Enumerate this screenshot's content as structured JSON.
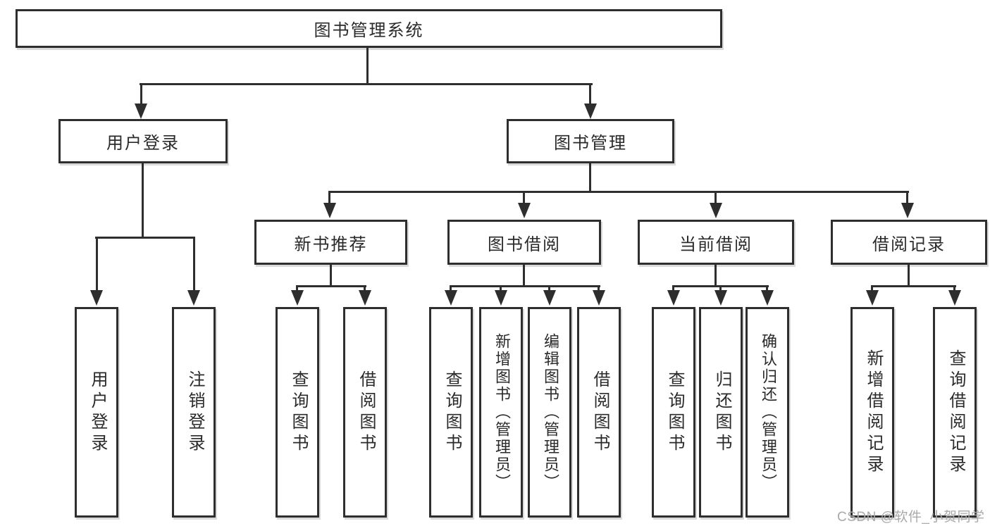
{
  "colors": {
    "line": "#2e2e2e",
    "text": "#2a2a2a",
    "background": "#ffffff",
    "watermark": "#a9a9a9"
  },
  "nodes": {
    "root": "图书管理系统",
    "level2": [
      "用户登录",
      "图书管理"
    ],
    "level3": [
      "新书推荐",
      "图书借阅",
      "当前借阅",
      "借阅记录"
    ],
    "leaves": [
      "用户登录",
      "注销登录",
      "查询图书",
      "借阅图书",
      "查询图书",
      "新增图书（管理员）",
      "编辑图书（管理员）",
      "借阅图书",
      "查询图书",
      "归还图书",
      "确认归还（管理员）",
      "新增借阅记录",
      "查询借阅记录"
    ]
  },
  "hierarchy": {
    "图书管理系统": {
      "用户登录": [
        "用户登录",
        "注销登录"
      ],
      "图书管理": {
        "新书推荐": [
          "查询图书",
          "借阅图书"
        ],
        "图书借阅": [
          "查询图书",
          "新增图书（管理员）",
          "编辑图书（管理员）",
          "借阅图书"
        ],
        "当前借阅": [
          "查询图书",
          "归还图书",
          "确认归还（管理员）"
        ],
        "借阅记录": [
          "新增借阅记录",
          "查询借阅记录"
        ]
      }
    }
  },
  "watermark": {
    "text": "CSDN @软件_小贺同学"
  }
}
